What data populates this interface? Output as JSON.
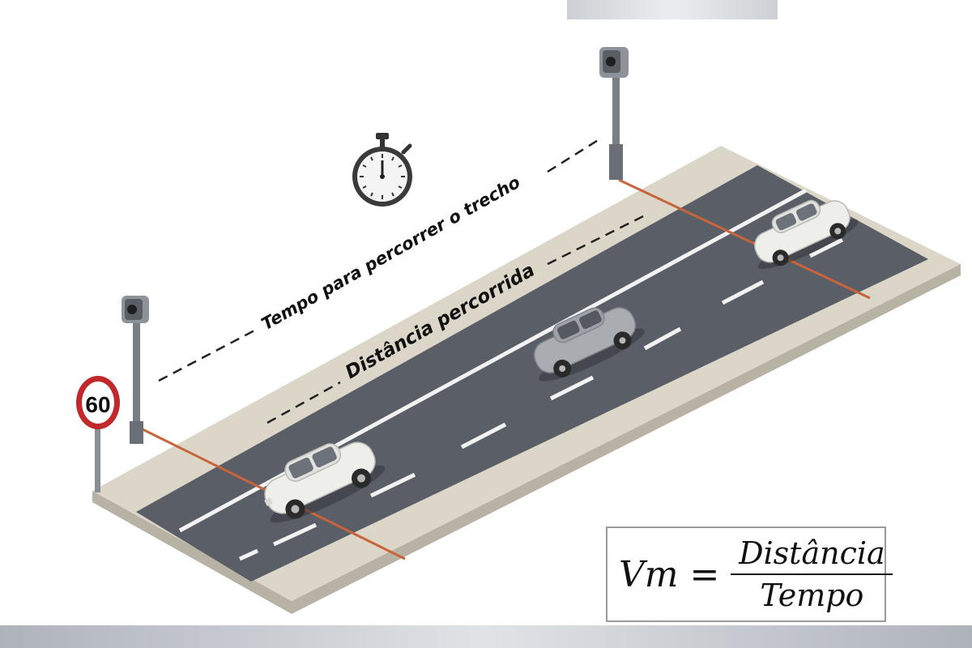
{
  "labels": {
    "time_label": "Tempo para percorrer o trecho",
    "distance_label": "Distância percorrida"
  },
  "speed_sign": {
    "limit": "60"
  },
  "formula": {
    "lhs": "Vm",
    "equals": "=",
    "numerator": "Distância",
    "denominator": "Tempo"
  },
  "colors": {
    "road": "#5a5e66",
    "sidewalk": "#dcd6c8",
    "detection_line": "#c8643c",
    "sign_ring": "#c0282a",
    "car_white": "#eeeeea",
    "car_grey": "#a9adb2"
  },
  "icons": {
    "stopwatch": "stopwatch-icon",
    "camera": "speed-camera-icon"
  }
}
